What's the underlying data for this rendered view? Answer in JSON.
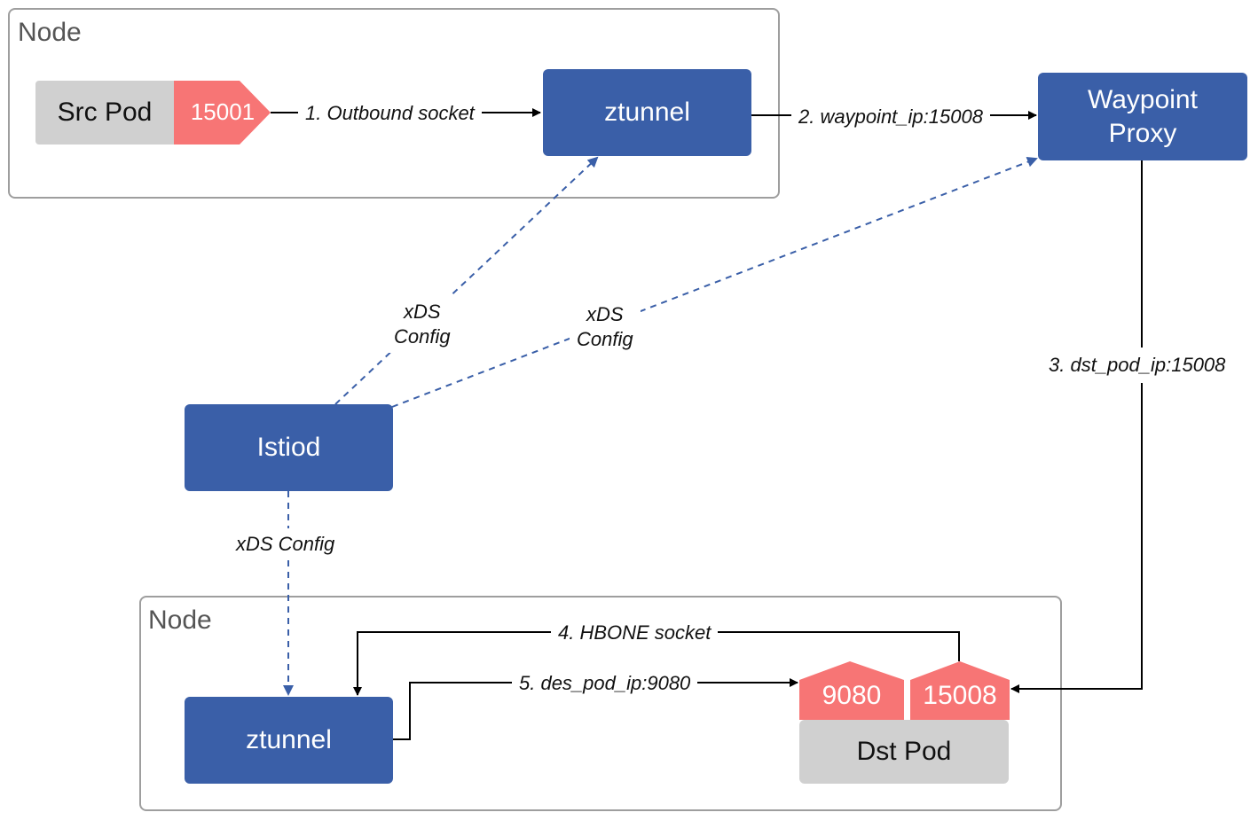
{
  "nodes": {
    "top": {
      "label": "Node"
    },
    "bottom": {
      "label": "Node"
    }
  },
  "components": {
    "src_pod": "Src Pod",
    "src_port": "15001",
    "ztunnel_top": "ztunnel",
    "waypoint_line1": "Waypoint",
    "waypoint_line2": "Proxy",
    "istiod": "Istiod",
    "ztunnel_bottom": "ztunnel",
    "dst_pod": "Dst Pod",
    "dst_port_app": "9080",
    "dst_port_hbone": "15008"
  },
  "edges": {
    "outbound": "1. Outbound socket",
    "to_waypoint": "2. waypoint_ip:15008",
    "to_dst": "3. dst_pod_ip:15008",
    "hbone": "4. HBONE socket",
    "to_app": "5. des_pod_ip:9080",
    "xds_ztunnel_l1": "xDS",
    "xds_ztunnel_l2": "Config",
    "xds_waypoint_l1": "xDS",
    "xds_waypoint_l2": "Config",
    "xds_bottom": "xDS Config"
  },
  "colors": {
    "component_blue": "#3a5fa8",
    "pod_gray": "#d0d0d0",
    "port_red": "#f77575",
    "frame_gray": "#9e9e9e"
  }
}
